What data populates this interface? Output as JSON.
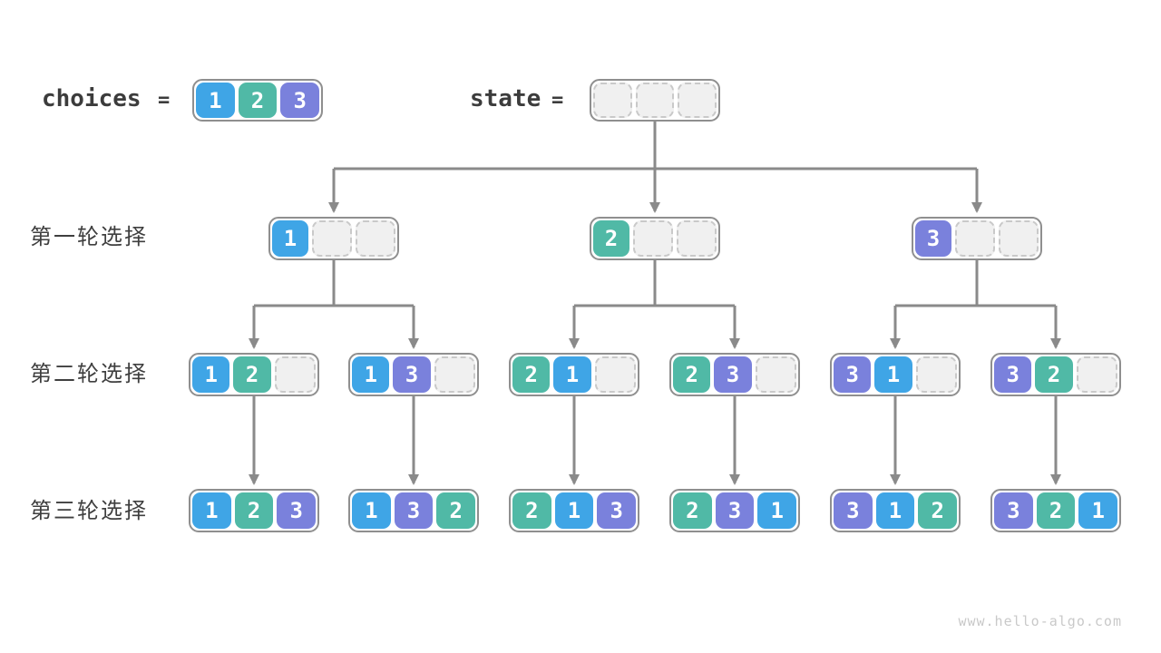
{
  "header": {
    "choices_label": "choices",
    "equals": "=",
    "choices": [
      "1",
      "2",
      "3"
    ],
    "state_slots": [
      "",
      "",
      ""
    ]
  },
  "rows": [
    {
      "label": "第一轮选择",
      "states": [
        [
          "1",
          "",
          ""
        ],
        [
          "2",
          "",
          ""
        ],
        [
          "3",
          "",
          ""
        ]
      ]
    },
    {
      "label": "第二轮选择",
      "states": [
        [
          "1",
          "2",
          ""
        ],
        [
          "1",
          "3",
          ""
        ],
        [
          "2",
          "1",
          ""
        ],
        [
          "2",
          "3",
          ""
        ],
        [
          "3",
          "1",
          ""
        ],
        [
          "3",
          "2",
          ""
        ]
      ]
    },
    {
      "label": "第三轮选择",
      "states": [
        [
          "1",
          "2",
          "3"
        ],
        [
          "1",
          "3",
          "2"
        ],
        [
          "2",
          "1",
          "3"
        ],
        [
          "2",
          "3",
          "1"
        ],
        [
          "3",
          "1",
          "2"
        ],
        [
          "3",
          "2",
          "1"
        ]
      ]
    }
  ],
  "colors": {
    "choice_1": "#3FA5E6",
    "choice_2": "#50B9A6",
    "choice_3": "#7A81DC",
    "connector": "#8A8A8A",
    "empty_fill": "#F0F0F0"
  },
  "watermark": "www.hello-algo.com"
}
